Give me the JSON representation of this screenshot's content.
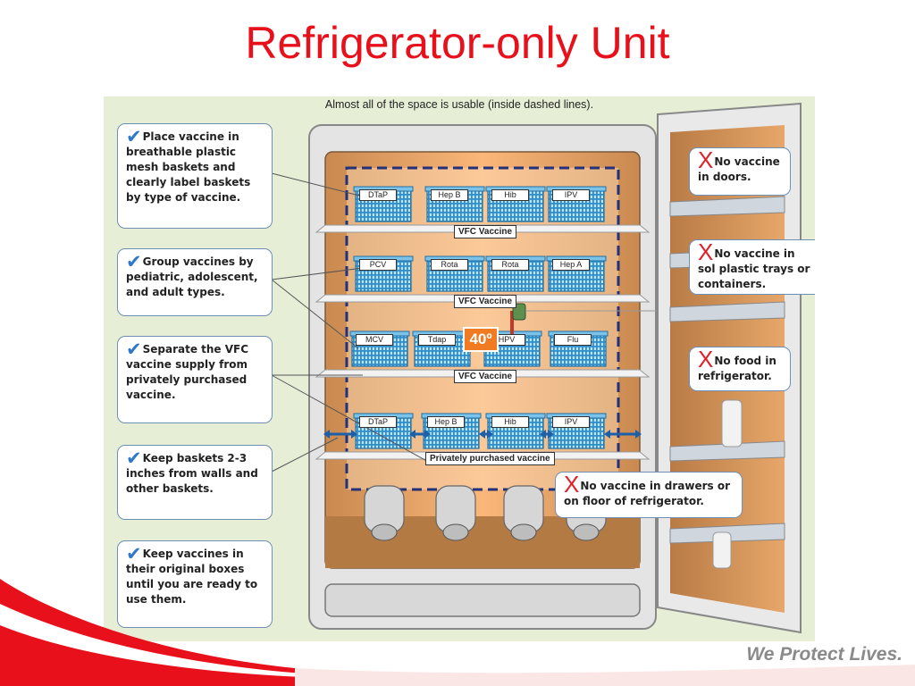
{
  "title": "Refrigerator-only Unit",
  "caption": "Almost all of the space is usable (inside dashed lines).",
  "footer": {
    "tagline": "We Protect Lives."
  },
  "temperature": "40º",
  "callouts_left": [
    {
      "mark": "✔",
      "text": "Place vaccine in breathable plastic mesh baskets and clearly label baskets by type of vaccine."
    },
    {
      "mark": "✔",
      "text": "Group vaccines by pediatric, adolescent, and adult types."
    },
    {
      "mark": "✔",
      "text": "Separate the VFC vaccine supply from privately purchased vaccine."
    },
    {
      "mark": "✔",
      "text": "Keep baskets 2-3 inches from walls and other baskets."
    },
    {
      "mark": "✔",
      "text": "Keep vaccines in their original boxes until you are ready to use them."
    }
  ],
  "callouts_right": [
    {
      "mark": "X",
      "text": "No vaccine in doors."
    },
    {
      "mark": "X",
      "text": "No vaccine in sol plastic trays or containers."
    },
    {
      "mark": "X",
      "text": "No food in refrigerator."
    },
    {
      "mark": "X",
      "text": "No vaccine in drawers or on floor of refrigerator."
    }
  ],
  "shelves": [
    {
      "bins": [
        "DTaP",
        "Hep B",
        "Hib",
        "IPV"
      ],
      "tag": "VFC Vaccine"
    },
    {
      "bins": [
        "PCV",
        "Rota",
        "Rota",
        "Hep A"
      ],
      "tag": "VFC Vaccine"
    },
    {
      "bins": [
        "MCV",
        "Tdap",
        "HPV",
        "Flu"
      ],
      "tag": "VFC Vaccine"
    },
    {
      "bins": [
        "DTaP",
        "Hep B",
        "Hib",
        "IPV"
      ],
      "tag": "Privately purchased vaccine"
    }
  ],
  "colors": {
    "title_red": "#e8101a",
    "check_blue": "#2f77c9",
    "cross_red": "#e0212a",
    "interior": "#f7a25c",
    "temp_badge": "#f07b22",
    "bin_blue": "#4aa3d9"
  }
}
